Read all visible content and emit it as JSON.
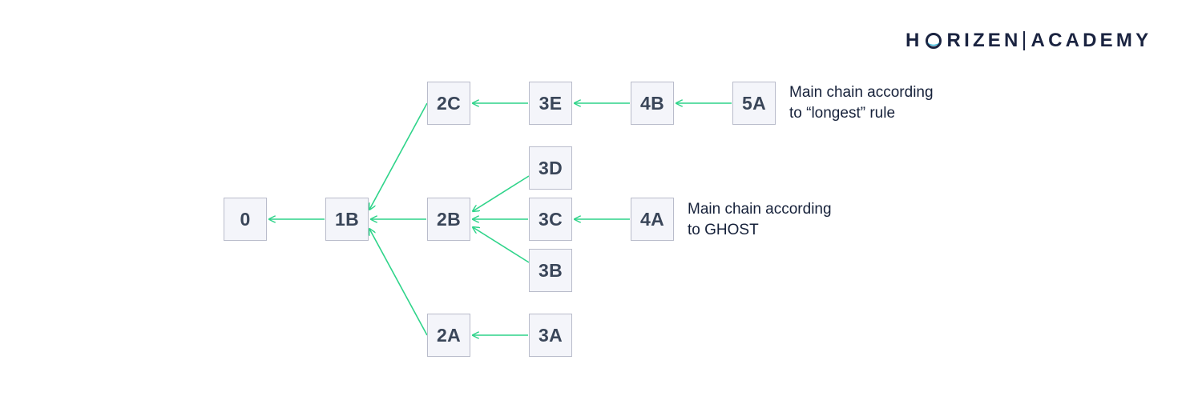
{
  "logo": {
    "brand_h": "H",
    "brand_rest": "RIZEN",
    "product": "ACADEMY",
    "ring_color": "#1a2340",
    "accent_color": "#2ab3d6"
  },
  "colors": {
    "arrow": "#2fd48a",
    "node_fill": "#f4f5fa",
    "node_border": "#b9bccb",
    "node_text": "#3a4659"
  },
  "nodes": [
    {
      "id": "n0",
      "label": "0"
    },
    {
      "id": "n1B",
      "label": "1B"
    },
    {
      "id": "n2C",
      "label": "2C"
    },
    {
      "id": "n2B",
      "label": "2B"
    },
    {
      "id": "n2A",
      "label": "2A"
    },
    {
      "id": "n3E",
      "label": "3E"
    },
    {
      "id": "n3D",
      "label": "3D"
    },
    {
      "id": "n3C",
      "label": "3C"
    },
    {
      "id": "n3B",
      "label": "3B"
    },
    {
      "id": "n3A",
      "label": "3A"
    },
    {
      "id": "n4B",
      "label": "4B"
    },
    {
      "id": "n4A",
      "label": "4A"
    },
    {
      "id": "n5A",
      "label": "5A"
    }
  ],
  "edges": [
    {
      "from": "n1B",
      "to": "n0"
    },
    {
      "from": "n2C",
      "to": "n1B"
    },
    {
      "from": "n2B",
      "to": "n1B"
    },
    {
      "from": "n2A",
      "to": "n1B"
    },
    {
      "from": "n3E",
      "to": "n2C"
    },
    {
      "from": "n3D",
      "to": "n2B"
    },
    {
      "from": "n3C",
      "to": "n2B"
    },
    {
      "from": "n3B",
      "to": "n2B"
    },
    {
      "from": "n3A",
      "to": "n2A"
    },
    {
      "from": "n4B",
      "to": "n3E"
    },
    {
      "from": "n4A",
      "to": "n3C"
    },
    {
      "from": "n5A",
      "to": "n4B"
    }
  ],
  "annotations": {
    "longest": {
      "line1": "Main chain according",
      "line2": "to “longest” rule"
    },
    "ghost": {
      "line1": "Main chain according",
      "line2": "to GHOST"
    }
  }
}
